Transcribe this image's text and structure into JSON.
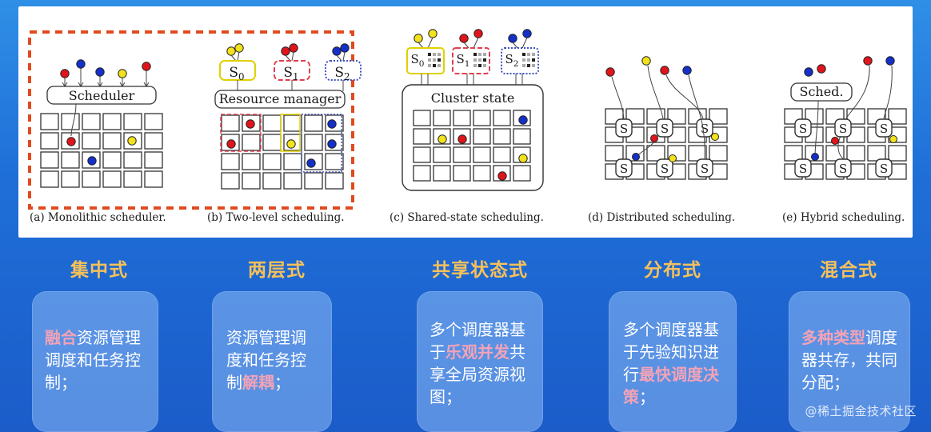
{
  "figure": {
    "scheduler_label": "Scheduler",
    "resource_manager_label": "Resource manager",
    "cluster_state_label": "Cluster state",
    "sched_label": "Sched.",
    "s_node": "S",
    "s_labels": [
      "S",
      "S",
      "S"
    ],
    "s_subscripts": [
      "0",
      "1",
      "2"
    ],
    "captions": {
      "a": "(a) Monolithic scheduler.",
      "b": "(b) Two-level scheduling.",
      "c": "(c) Shared-state scheduling.",
      "d": "(d) Distributed scheduling.",
      "e": "(e) Hybrid scheduling."
    },
    "colors": {
      "red": "#e0151b",
      "blue": "#1530c8",
      "yellow": "#f2e21c",
      "highlight": "#e04a1e"
    }
  },
  "sections": [
    {
      "title": "集中式",
      "parts": [
        {
          "t": "融合",
          "hl": true
        },
        {
          "t": "资源管理调度和任务控制；",
          "hl": false
        }
      ]
    },
    {
      "title": "两层式",
      "parts": [
        {
          "t": "资源管理调度和任务控制",
          "hl": false
        },
        {
          "t": "解耦",
          "hl": true
        },
        {
          "t": "；",
          "hl": false
        }
      ]
    },
    {
      "title": "共享状态式",
      "parts": [
        {
          "t": "多个调度器基于",
          "hl": false
        },
        {
          "t": "乐观并发",
          "hl": true
        },
        {
          "t": "共享全局资源视图；",
          "hl": false
        }
      ]
    },
    {
      "title": "分布式",
      "parts": [
        {
          "t": "多个调度器基于先验知识进行",
          "hl": false
        },
        {
          "t": "最快调度决策",
          "hl": true
        },
        {
          "t": "；",
          "hl": false
        }
      ]
    },
    {
      "title": "混合式",
      "parts": [
        {
          "t": "多种类型",
          "hl": true
        },
        {
          "t": "调度器共存，共同分配；",
          "hl": false
        }
      ]
    }
  ],
  "watermark": "@稀土掘金技术社区"
}
